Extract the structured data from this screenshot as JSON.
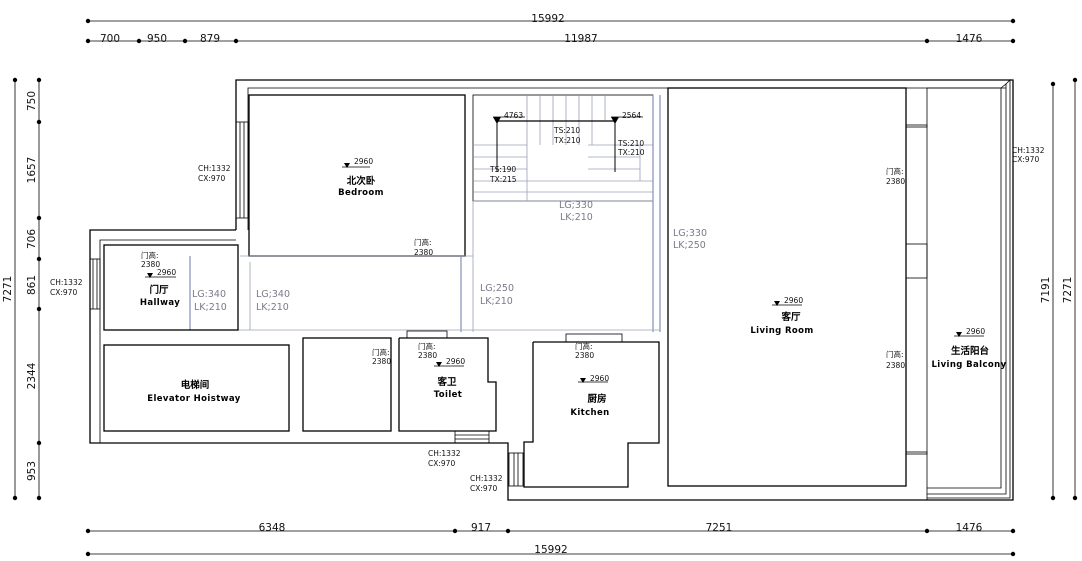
{
  "dimensions": {
    "top_total": "15992",
    "top_segments": [
      "700",
      "950",
      "879",
      "11987",
      "1476"
    ],
    "bottom_segments": [
      "6348",
      "917",
      "7251",
      "1476"
    ],
    "bottom_total": "15992",
    "left_total": "7271",
    "left_segments": [
      "750",
      "1657",
      "706",
      "861",
      "2344",
      "953"
    ],
    "right_inner": "7191",
    "right_outer": "7271"
  },
  "rooms": {
    "bedroom": {
      "cn": "北次卧",
      "en": "Bedroom",
      "elev": "2960"
    },
    "hallway": {
      "cn": "门厅",
      "en": "Hallway",
      "elev": "2960"
    },
    "elevator": {
      "cn": "电梯间",
      "en": "Elevator Hoistway"
    },
    "toilet": {
      "cn": "客卫",
      "en": "Toilet",
      "elev": "2960"
    },
    "kitchen": {
      "cn": "厨房",
      "en": "Kitchen",
      "elev": "2960"
    },
    "living": {
      "cn": "客厅",
      "en": "Living Room",
      "elev": "2960"
    },
    "balcony": {
      "cn": "生活阳台",
      "en": "Living Balcony",
      "elev": "2960"
    }
  },
  "stairs": {
    "elev_left": "4763",
    "elev_right": "2564",
    "ts1": "TS:210",
    "tx1": "TX:210",
    "ts2": "TS:210",
    "tx2": "TX:210",
    "ts3": "TS:190",
    "tx3": "TX:215"
  },
  "beams": {
    "stair_bottom": {
      "lg": "LG;330",
      "lk": "LK;210"
    },
    "living_left": {
      "lg": "LG;330",
      "lk": "LK;250"
    },
    "corridor": {
      "lg": "LG;250",
      "lk": "LK;210"
    },
    "hall_mid": {
      "lg": "LG;340",
      "lk": "LK;210"
    },
    "hall_left": {
      "lg": "LG:340",
      "lk": "LK;210"
    }
  },
  "windows": {
    "w_bedroom": {
      "ch": "CH:1332",
      "cx": "CX:970"
    },
    "w_hallway": {
      "ch": "CH:1332",
      "cx": "CX:970"
    },
    "w_balcony": {
      "ch": "CH:1332",
      "cx": "CX:970"
    },
    "w_toilet": {
      "ch": "CH:1332",
      "cx": "CX:970"
    },
    "w_kitchen": {
      "ch": "CH:1332",
      "cx": "CX:970"
    }
  },
  "doors": {
    "label": "门高:",
    "bedroom": "2380",
    "hallway": "2380",
    "left_room": "2380",
    "toilet": "2380",
    "kitchen": "2380",
    "living_top": "2380",
    "living_bottom": "2380"
  }
}
